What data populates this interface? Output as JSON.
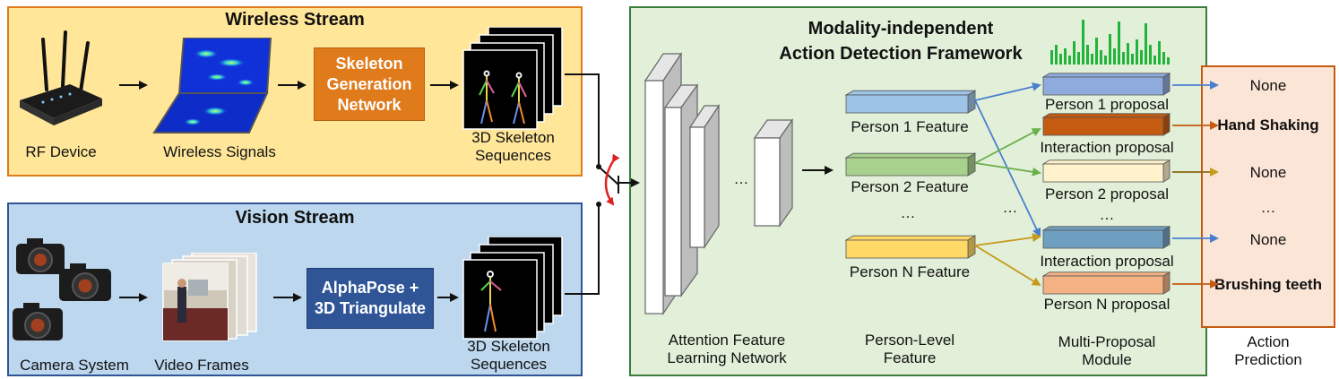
{
  "wireless": {
    "title": "Wireless Stream",
    "rf_device": "RF Device",
    "wireless_signals": "Wireless Signals",
    "skeleton_net": [
      "Skeleton",
      "Generation",
      "Network"
    ],
    "skeleton_seq": [
      "3D Skeleton",
      "Sequences"
    ]
  },
  "vision": {
    "title": "Vision Stream",
    "camera_system": "Camera System",
    "video_frames": "Video Frames",
    "alphapose": [
      "AlphaPose +",
      "3D Triangulate"
    ],
    "skeleton_seq": [
      "3D Skeleton",
      "Sequences"
    ]
  },
  "framework": {
    "title": [
      "Modality-independent",
      "Action Detection Framework"
    ],
    "attention": [
      "Attention Feature",
      "Learning Network"
    ],
    "person_level": [
      "Person-Level",
      "Feature"
    ],
    "multi_proposal": [
      "Multi-Proposal",
      "Module"
    ],
    "ellipsis": "…",
    "features": [
      {
        "label": "Person 1 Feature",
        "color": "#9dc3e6"
      },
      {
        "label": "Person 2 Feature",
        "color": "#a9d18e"
      },
      {
        "label": "Person N Feature",
        "color": "#ffd966"
      }
    ],
    "proposals": [
      {
        "label": "Person 1 proposal",
        "color": "#8faadc"
      },
      {
        "label": "Interaction proposal",
        "color": "#c55a11"
      },
      {
        "label": "Person 2 proposal",
        "color": "#fff2cc"
      },
      {
        "label": "Interaction proposal",
        "color": "#6f9fc0"
      },
      {
        "label": "Person N proposal",
        "color": "#f4b183"
      }
    ]
  },
  "prediction": {
    "title": [
      "Action",
      "Prediction"
    ],
    "outputs": [
      "None",
      "Hand Shaking",
      "None",
      "…",
      "None",
      "Brushing teeth"
    ]
  },
  "colors": {
    "wireless_bg": "#ffe699",
    "wireless_border": "#e07b1c",
    "vision_bg": "#bdd7ee",
    "vision_border": "#2f5597",
    "framework_bg": "#e2f0d9",
    "framework_border": "#3a7d3a",
    "prediction_bg": "#fbe5d6",
    "prediction_border": "#c55a11",
    "skeleton_net": "#e07b1c",
    "alphapose": "#2f5597"
  }
}
